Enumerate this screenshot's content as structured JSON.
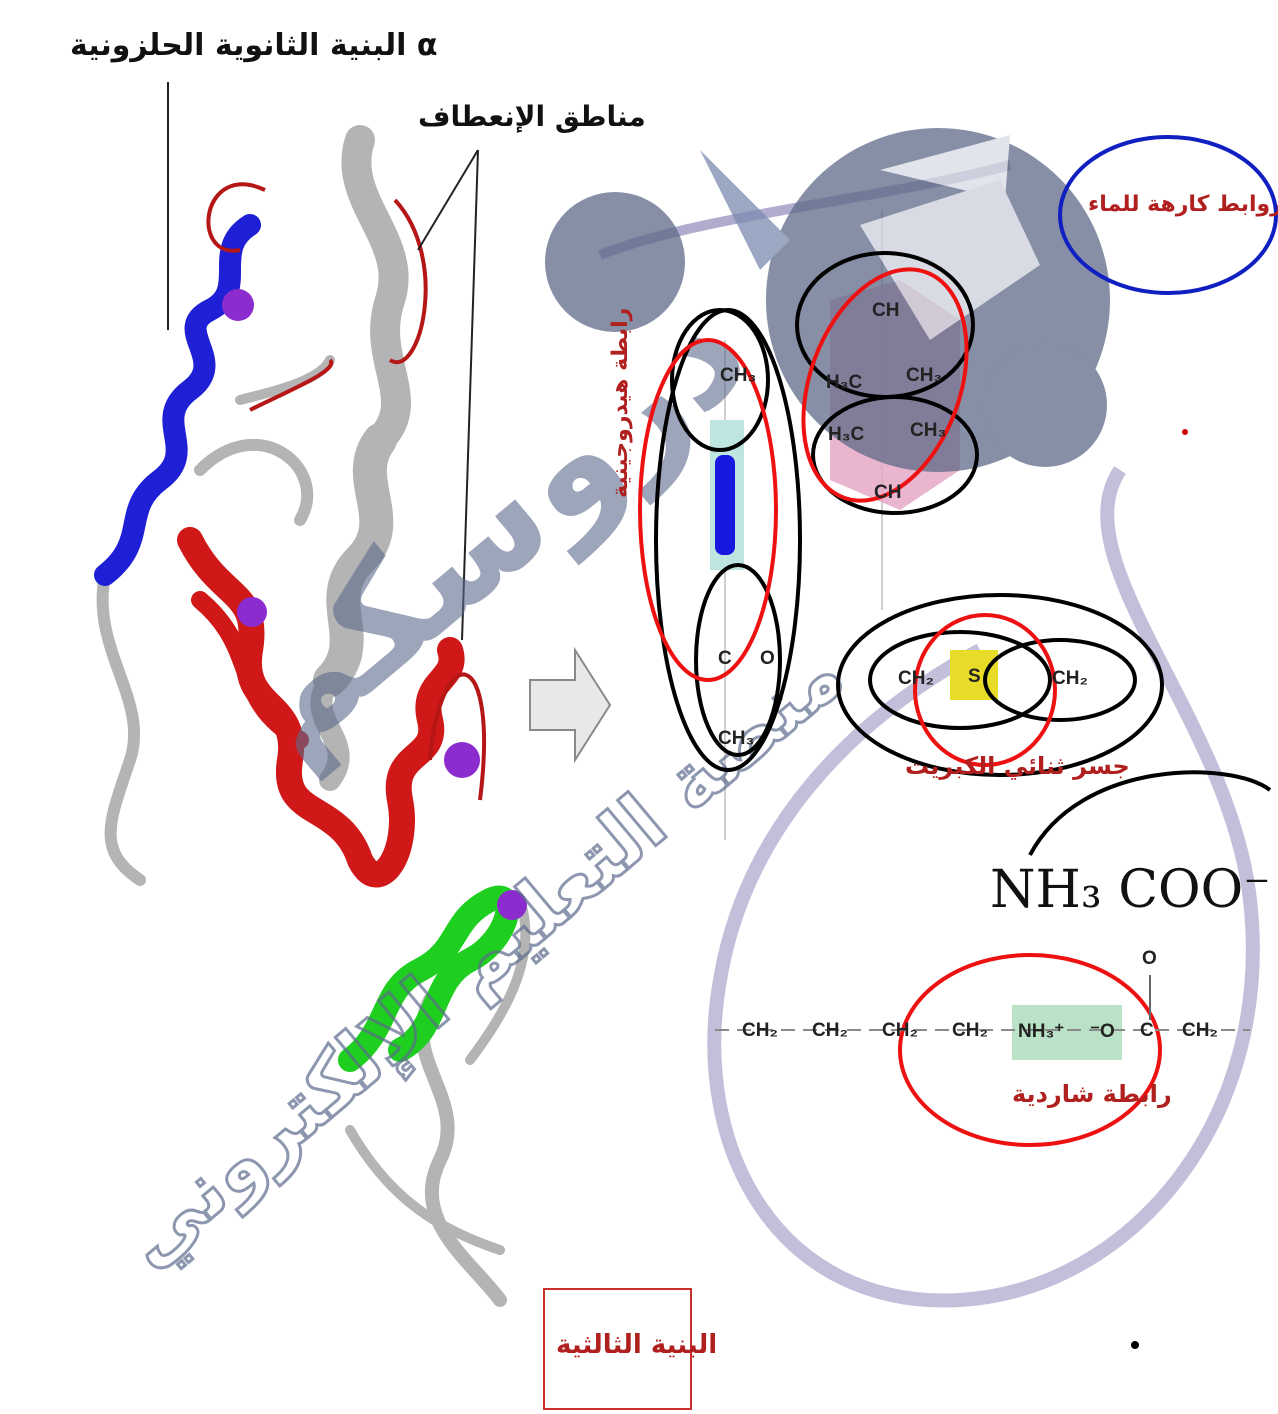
{
  "labels": {
    "alpha_helix": "البنية الثانوية الحلزونية α",
    "bend_regions": "مناطق الإنعطاف",
    "tertiary": "البنية الثالثية",
    "hydrophobic": "روابط كارهة للماء",
    "hydrogen_bond": "رابطة هيدروجينية",
    "disulfide": "جسر ثنائي الكبريت",
    "ionic_bond": "رابطة شاردية"
  },
  "chem": {
    "ch3": "CH₃",
    "ch2": "CH₂",
    "ch": "CH",
    "h3c": "H₃C",
    "s": "S",
    "c": "C",
    "o": "O",
    "o_minus": "⁻O",
    "nh3": "NH₃⁺",
    "handwritten": "NH₃ COO⁻"
  },
  "watermark": {
    "brand": "دروسكم",
    "tagline": "منصة التعليم الإلكتروني"
  },
  "colors": {
    "helix_blue": "#1f1fd6",
    "helix_red": "#d01818",
    "helix_green": "#1fcf1f",
    "coil_gray": "#b5b5b5",
    "annotation_red": "#d11",
    "annotation_black": "#000",
    "annotation_blue": "#1020c0",
    "watermark": "#5c6b8c"
  }
}
